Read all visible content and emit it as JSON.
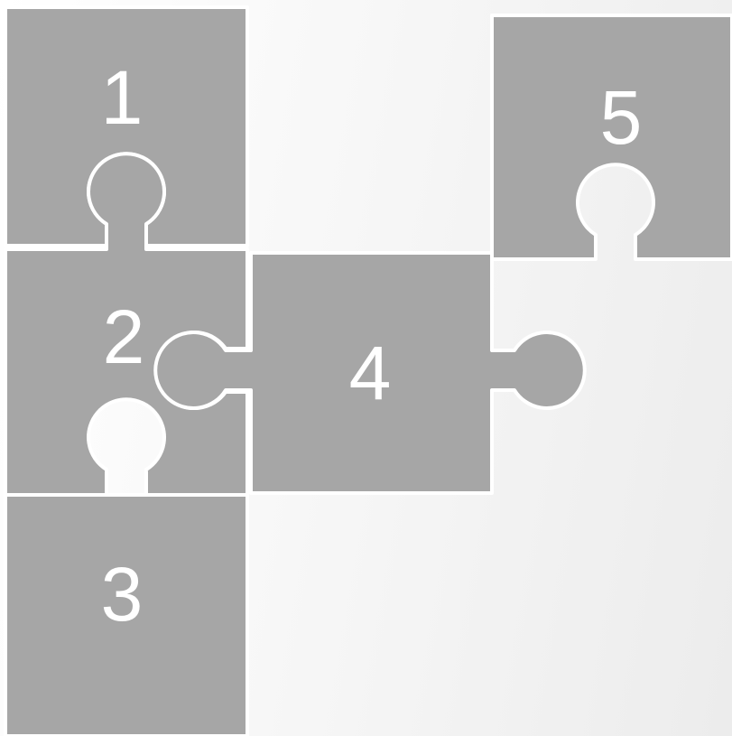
{
  "colors": {
    "piece_fill": "#a6a6a6",
    "piece_stroke": "#ffffff",
    "label_color": "#ffffff",
    "background_start": "#ffffff",
    "background_end": "#ececec"
  },
  "pieces": [
    {
      "id": "piece-1",
      "label": "1"
    },
    {
      "id": "piece-2",
      "label": "2"
    },
    {
      "id": "piece-3",
      "label": "3"
    },
    {
      "id": "piece-4",
      "label": "4"
    },
    {
      "id": "piece-5",
      "label": "5"
    }
  ]
}
